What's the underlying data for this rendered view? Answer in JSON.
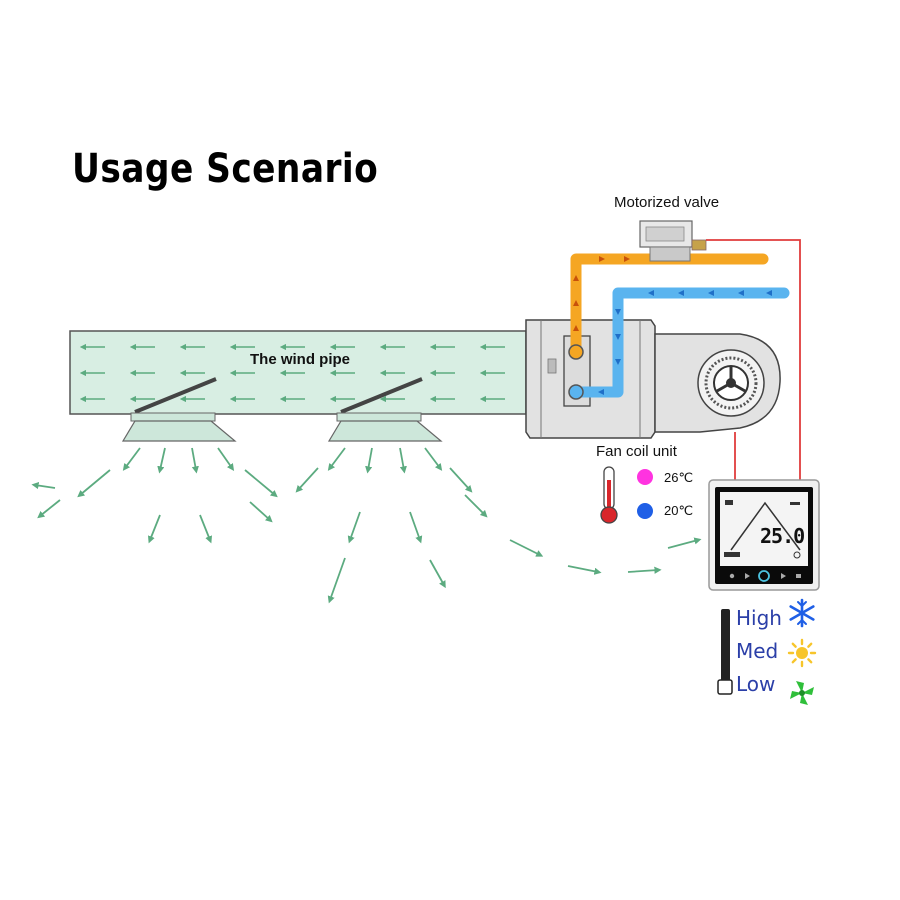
{
  "title": "Usage Scenario",
  "labels": {
    "motorized_valve": "Motorized valve",
    "wind_pipe": "The wind pipe",
    "fan_coil_unit": "Fan coil unit",
    "hot_water_temp": "26℃",
    "cold_water_temp": "20℃"
  },
  "thermostat": {
    "display_temp": "25.0"
  },
  "fan_speeds": [
    {
      "label": "High",
      "icon": "snowflake-icon"
    },
    {
      "label": "Med",
      "icon": "sun-icon"
    },
    {
      "label": "Low",
      "icon": "fan-icon"
    }
  ],
  "colors": {
    "airflow": "#5cab80",
    "duct_fill": "#d8eee3",
    "hot_pipe": "#f5a623",
    "cold_pipe": "#5ab4ef",
    "wiring": "#e03c3c",
    "hot_dot": "#ff33e0",
    "cold_dot": "#1f5fe6",
    "speed_text": "#2b3fa8"
  }
}
